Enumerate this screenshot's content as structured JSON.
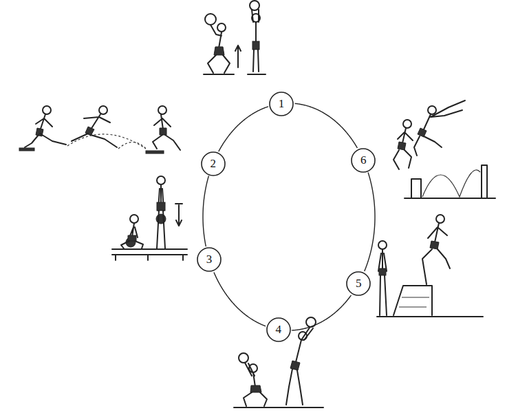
{
  "diagram": {
    "nodes": [
      {
        "text": [
          "1"
        ]
      },
      {
        "text": [
          "2"
        ]
      },
      {
        "text": [
          "3"
        ]
      },
      {
        "text": [
          "4"
        ]
      },
      {
        "text": [
          "5"
        ]
      },
      {
        "text": [
          "6"
        ]
      }
    ],
    "edges": [
      {
        "from": 0,
        "to": 1,
        "arrow": "none"
      },
      {
        "from": 1,
        "to": 2,
        "arrow": "none"
      },
      {
        "from": 2,
        "to": 3,
        "arrow": "none"
      },
      {
        "from": 3,
        "to": 4,
        "arrow": "none"
      },
      {
        "from": 4,
        "to": 5,
        "arrow": "none"
      },
      {
        "from": 5,
        "to": 0,
        "arrow": "none"
      }
    ]
  }
}
